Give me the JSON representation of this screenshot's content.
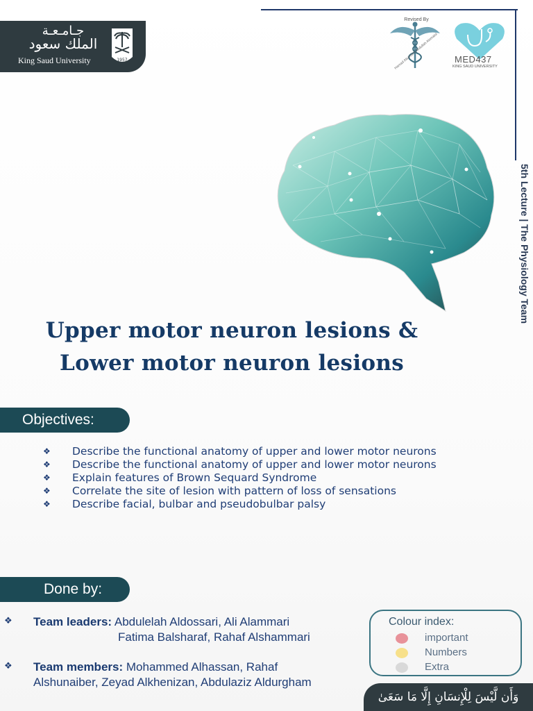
{
  "header": {
    "university_arabic_line1": "جـامـعـة",
    "university_arabic_line2": "الملك سعود",
    "university_english": "King Saud University",
    "emblem_year": "1957"
  },
  "logos": {
    "revised_by": "Revised By",
    "revised_names": "Hamad Alsartami  Abdullah Alomaisi",
    "team_name": "MED437",
    "team_sub": "KING SAUD UNIVERSITY"
  },
  "side_label": "5th Lecture  |  The Physiology Team",
  "title": {
    "line1": "Upper motor neuron lesions &",
    "line2": "Lower motor neuron lesions"
  },
  "objectives": {
    "heading": "Objectives:",
    "items": [
      "Describe the functional anatomy of upper and lower motor neurons",
      "Describe the functional anatomy of upper and lower motor neurons",
      "Explain features of Brown Sequard Syndrome",
      "Correlate the site of lesion with pattern of loss of sensations",
      "Describe facial, bulbar and pseudobulbar palsy"
    ]
  },
  "done_by": {
    "heading": "Done by:",
    "leaders_label": "Team leaders:",
    "leaders_line1": "Abdulelah Aldossari, Ali Alammari",
    "leaders_line2": "Fatima Balsharaf, Rahaf Alshammari",
    "members_label": "Team members:",
    "members_line1": "Mohammed Alhassan, Rahaf",
    "members_line2": "Alshunaiber, Zeyad Alkhenizan, Abdulaziz Aldurgham"
  },
  "colour_index": {
    "title": "Colour index:",
    "items": [
      {
        "label": "important",
        "color": "#e8929a"
      },
      {
        "label": "Numbers",
        "color": "#f7e08a"
      },
      {
        "label": "Extra",
        "color": "#d9d9d9"
      }
    ]
  },
  "quran_verse": "وَأَن لَّيْسَ لِلْإِنسَانِ إِلَّا مَا سَعَىٰ",
  "bullet_glyph": "❖"
}
